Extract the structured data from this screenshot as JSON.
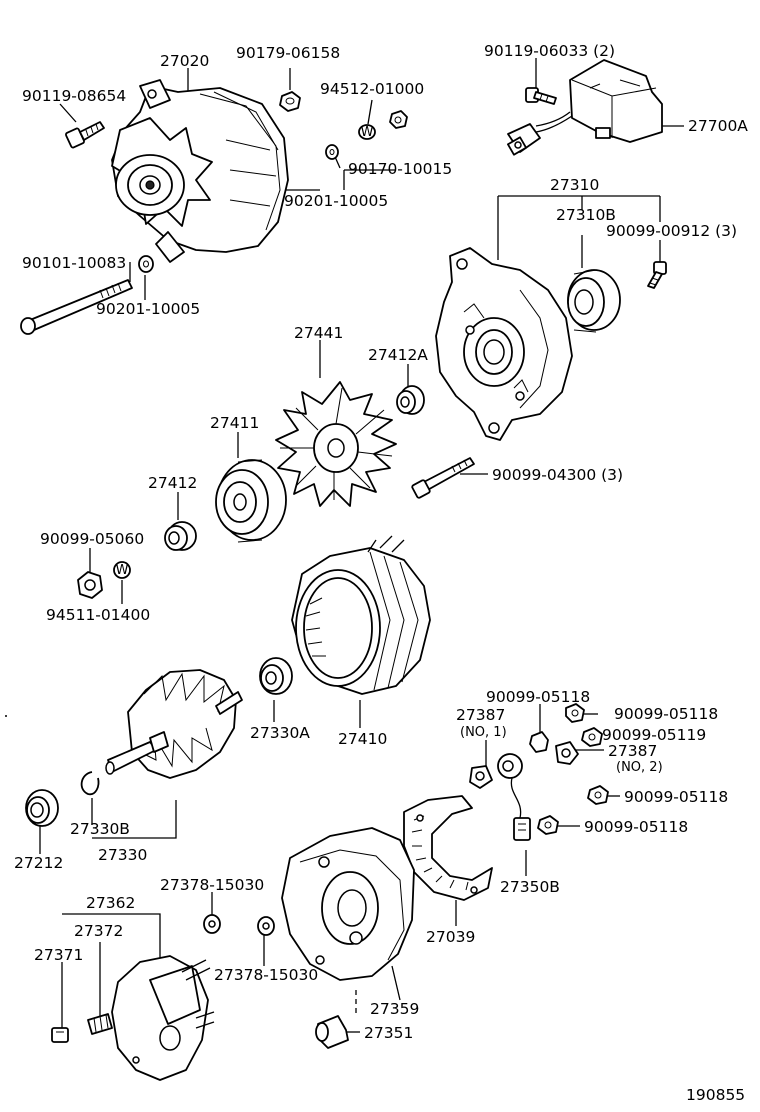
{
  "diagram": {
    "footer_code": "190855",
    "labels": {
      "p27020": "27020",
      "p90179_06158": "90179-06158",
      "p90119_08654": "90119-08654",
      "p94512_01000": "94512-01000",
      "p90170_10015": "90170-10015",
      "p90201_10005_a": "90201-10005",
      "p90101_10083": "90101-10083",
      "p90201_10005_b": "90201-10005",
      "p90119_06033": "90119-06033 (2)",
      "p27700A": "27700A",
      "p27310": "27310",
      "p27310B": "27310B",
      "p90099_00912": "90099-00912 (3)",
      "p27441": "27441",
      "p27412A": "27412A",
      "p27411": "27411",
      "p90099_04300": "90099-04300 (3)",
      "p27412": "27412",
      "p90099_05060": "90099-05060",
      "p94511_01400": "94511-01400",
      "p27330A": "27330A",
      "p27410": "27410",
      "p90099_05118_a": "90099-05118",
      "p90099_05118_b": "90099-05118",
      "p27387_1": "27387",
      "p27387_1_note": "(NO, 1)",
      "p90099_05119": "90099-05119",
      "p27387_2": "27387",
      "p27387_2_note": "(NO, 2)",
      "p90099_05118_c": "90099-05118",
      "p90099_05118_d": "90099-05118",
      "p27330B": "27330B",
      "p27330": "27330",
      "p27212": "27212",
      "p27350B": "27350B",
      "p27378_15030_a": "27378-15030",
      "p27378_15030_b": "27378-15030",
      "p27039": "27039",
      "p27362": "27362",
      "p27372": "27372",
      "p27371": "27371",
      "p27359": "27359",
      "p27351": "27351"
    },
    "washer_mark": "W"
  }
}
